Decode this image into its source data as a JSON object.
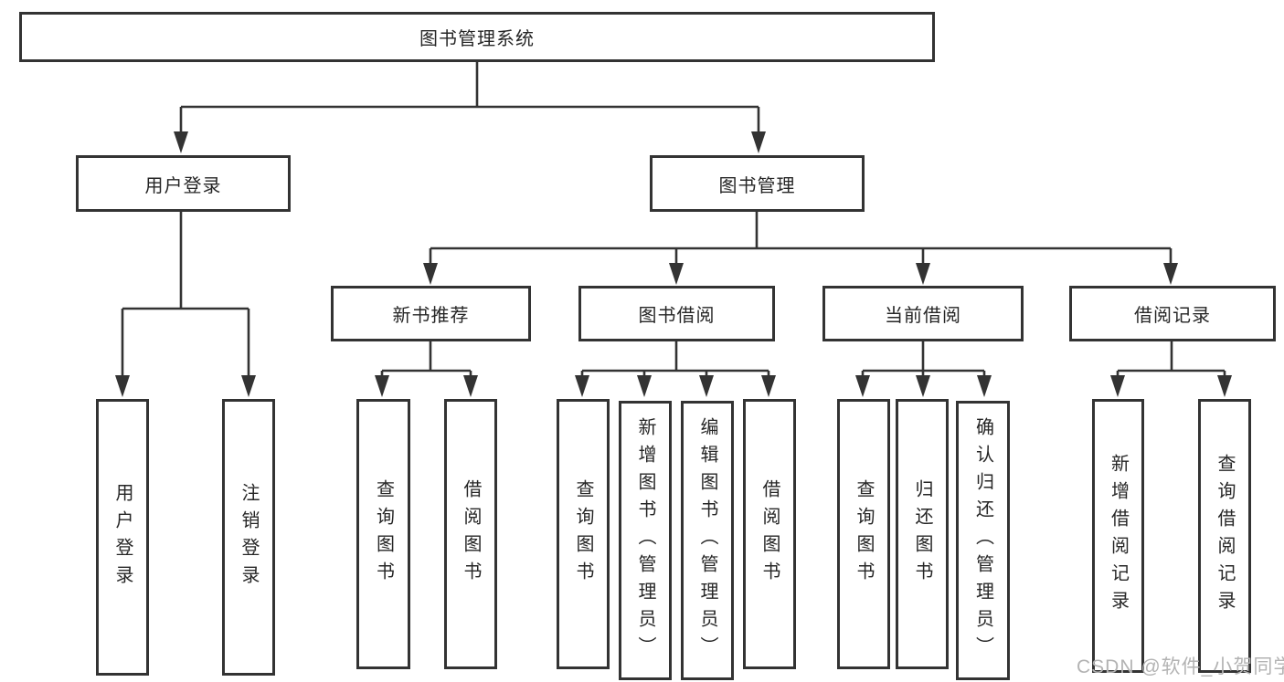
{
  "diagram": {
    "root": {
      "label": "图书管理系统"
    },
    "branches": [
      {
        "label": "用户登录",
        "children": [
          {
            "label": "用户登录"
          },
          {
            "label": "注销登录"
          }
        ]
      },
      {
        "label": "图书管理",
        "children": [
          {
            "label": "新书推荐",
            "children": [
              {
                "label": "查询图书"
              },
              {
                "label": "借阅图书"
              }
            ]
          },
          {
            "label": "图书借阅",
            "children": [
              {
                "label": "查询图书"
              },
              {
                "label": "新增图书（管理员）"
              },
              {
                "label": "编辑图书（管理员）"
              },
              {
                "label": "借阅图书"
              }
            ]
          },
          {
            "label": "当前借阅",
            "children": [
              {
                "label": "查询图书"
              },
              {
                "label": "归还图书"
              },
              {
                "label": "确认归还（管理员）"
              }
            ]
          },
          {
            "label": "借阅记录",
            "children": [
              {
                "label": "新增借阅记录"
              },
              {
                "label": "查询借阅记录"
              }
            ]
          }
        ]
      }
    ]
  },
  "watermark": "CSDN @软件_小贺同学",
  "colors": {
    "line": "#333333",
    "text": "#262626",
    "background": "#ffffff",
    "watermark": "#b3b3b3"
  }
}
